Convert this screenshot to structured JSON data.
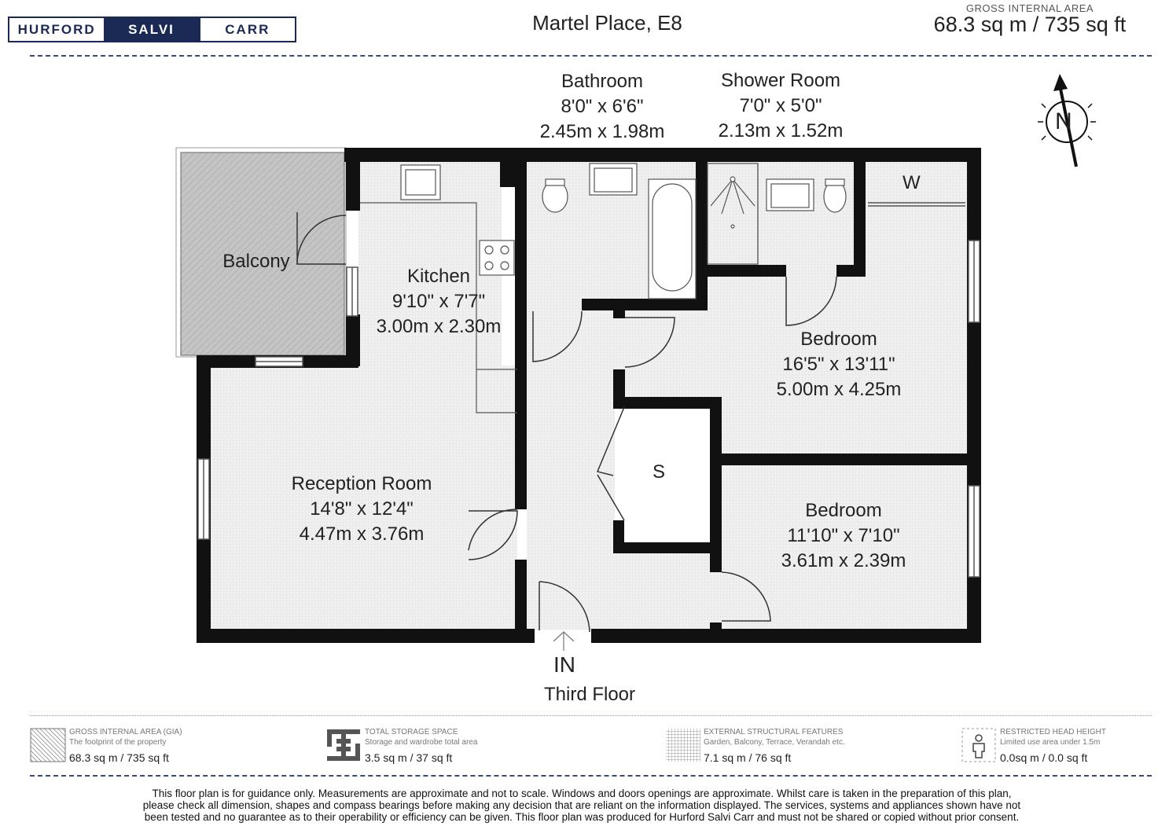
{
  "header": {
    "logo": [
      "HURFORD",
      "SALVI",
      "CARR"
    ],
    "address": "Martel Place, E8",
    "gia_label": "GROSS INTERNAL AREA",
    "gia_value": "68.3 sq m / 735 sq ft"
  },
  "rooms": {
    "bathroom": {
      "name": "Bathroom",
      "imperial": "8'0\" x 6'6\"",
      "metric": "2.45m x 1.98m"
    },
    "shower": {
      "name": "Shower Room",
      "imperial": "7'0\" x 5'0\"",
      "metric": "2.13m x 1.52m"
    },
    "balcony": {
      "name": "Balcony"
    },
    "kitchen": {
      "name": "Kitchen",
      "imperial": "9'10\" x 7'7\"",
      "metric": "3.00m x 2.30m"
    },
    "bedroom1": {
      "name": "Bedroom",
      "imperial": "16'5\" x 13'11\"",
      "metric": "5.00m x 4.25m"
    },
    "reception": {
      "name": "Reception Room",
      "imperial": "14'8\" x 12'4\"",
      "metric": "4.47m x 3.76m"
    },
    "bedroom2": {
      "name": "Bedroom",
      "imperial": "11'10\" x 7'10\"",
      "metric": "3.61m x 2.39m"
    },
    "storage_label": "S",
    "wardrobe_label": "W"
  },
  "compass": {
    "label": "N"
  },
  "entrance_label": "IN",
  "floor_label": "Third Floor",
  "legend": [
    {
      "title": "GROSS INTERNAL AREA (GIA)",
      "desc": "The footprint of the property",
      "value": "68.3 sq m / 735 sq ft",
      "icon": "hatch-icon"
    },
    {
      "title": "TOTAL STORAGE SPACE",
      "desc": "Storage and wardrobe total area",
      "value": "3.5 sq m / 37 sq ft",
      "icon": "storage-icon"
    },
    {
      "title": "EXTERNAL STRUCTURAL FEATURES",
      "desc": "Garden, Balcony, Terrace, Verandah etc.",
      "value": "7.1 sq m / 76 sq ft",
      "icon": "grid-icon"
    },
    {
      "title": "RESTRICTED HEAD HEIGHT",
      "desc": "Limited use area under 1.5m",
      "value": "0.0sq m / 0.0 sq ft",
      "icon": "person-icon"
    }
  ],
  "disclaimer": [
    "This floor plan is for guidance only. Measurements are approximate and not to scale. Windows and doors openings are approximate. Whilst care is taken in the preparation of this plan,",
    "please check all dimension, shapes and compass bearings before making any decision that are reliant on the information displayed. The services, systems and appliances shown have not",
    "been tested and no guarantee as to their operability or efficiency can be given. This floor plan was produced for Hurford Salvi Carr and must not be shared or copied without prior consent."
  ]
}
